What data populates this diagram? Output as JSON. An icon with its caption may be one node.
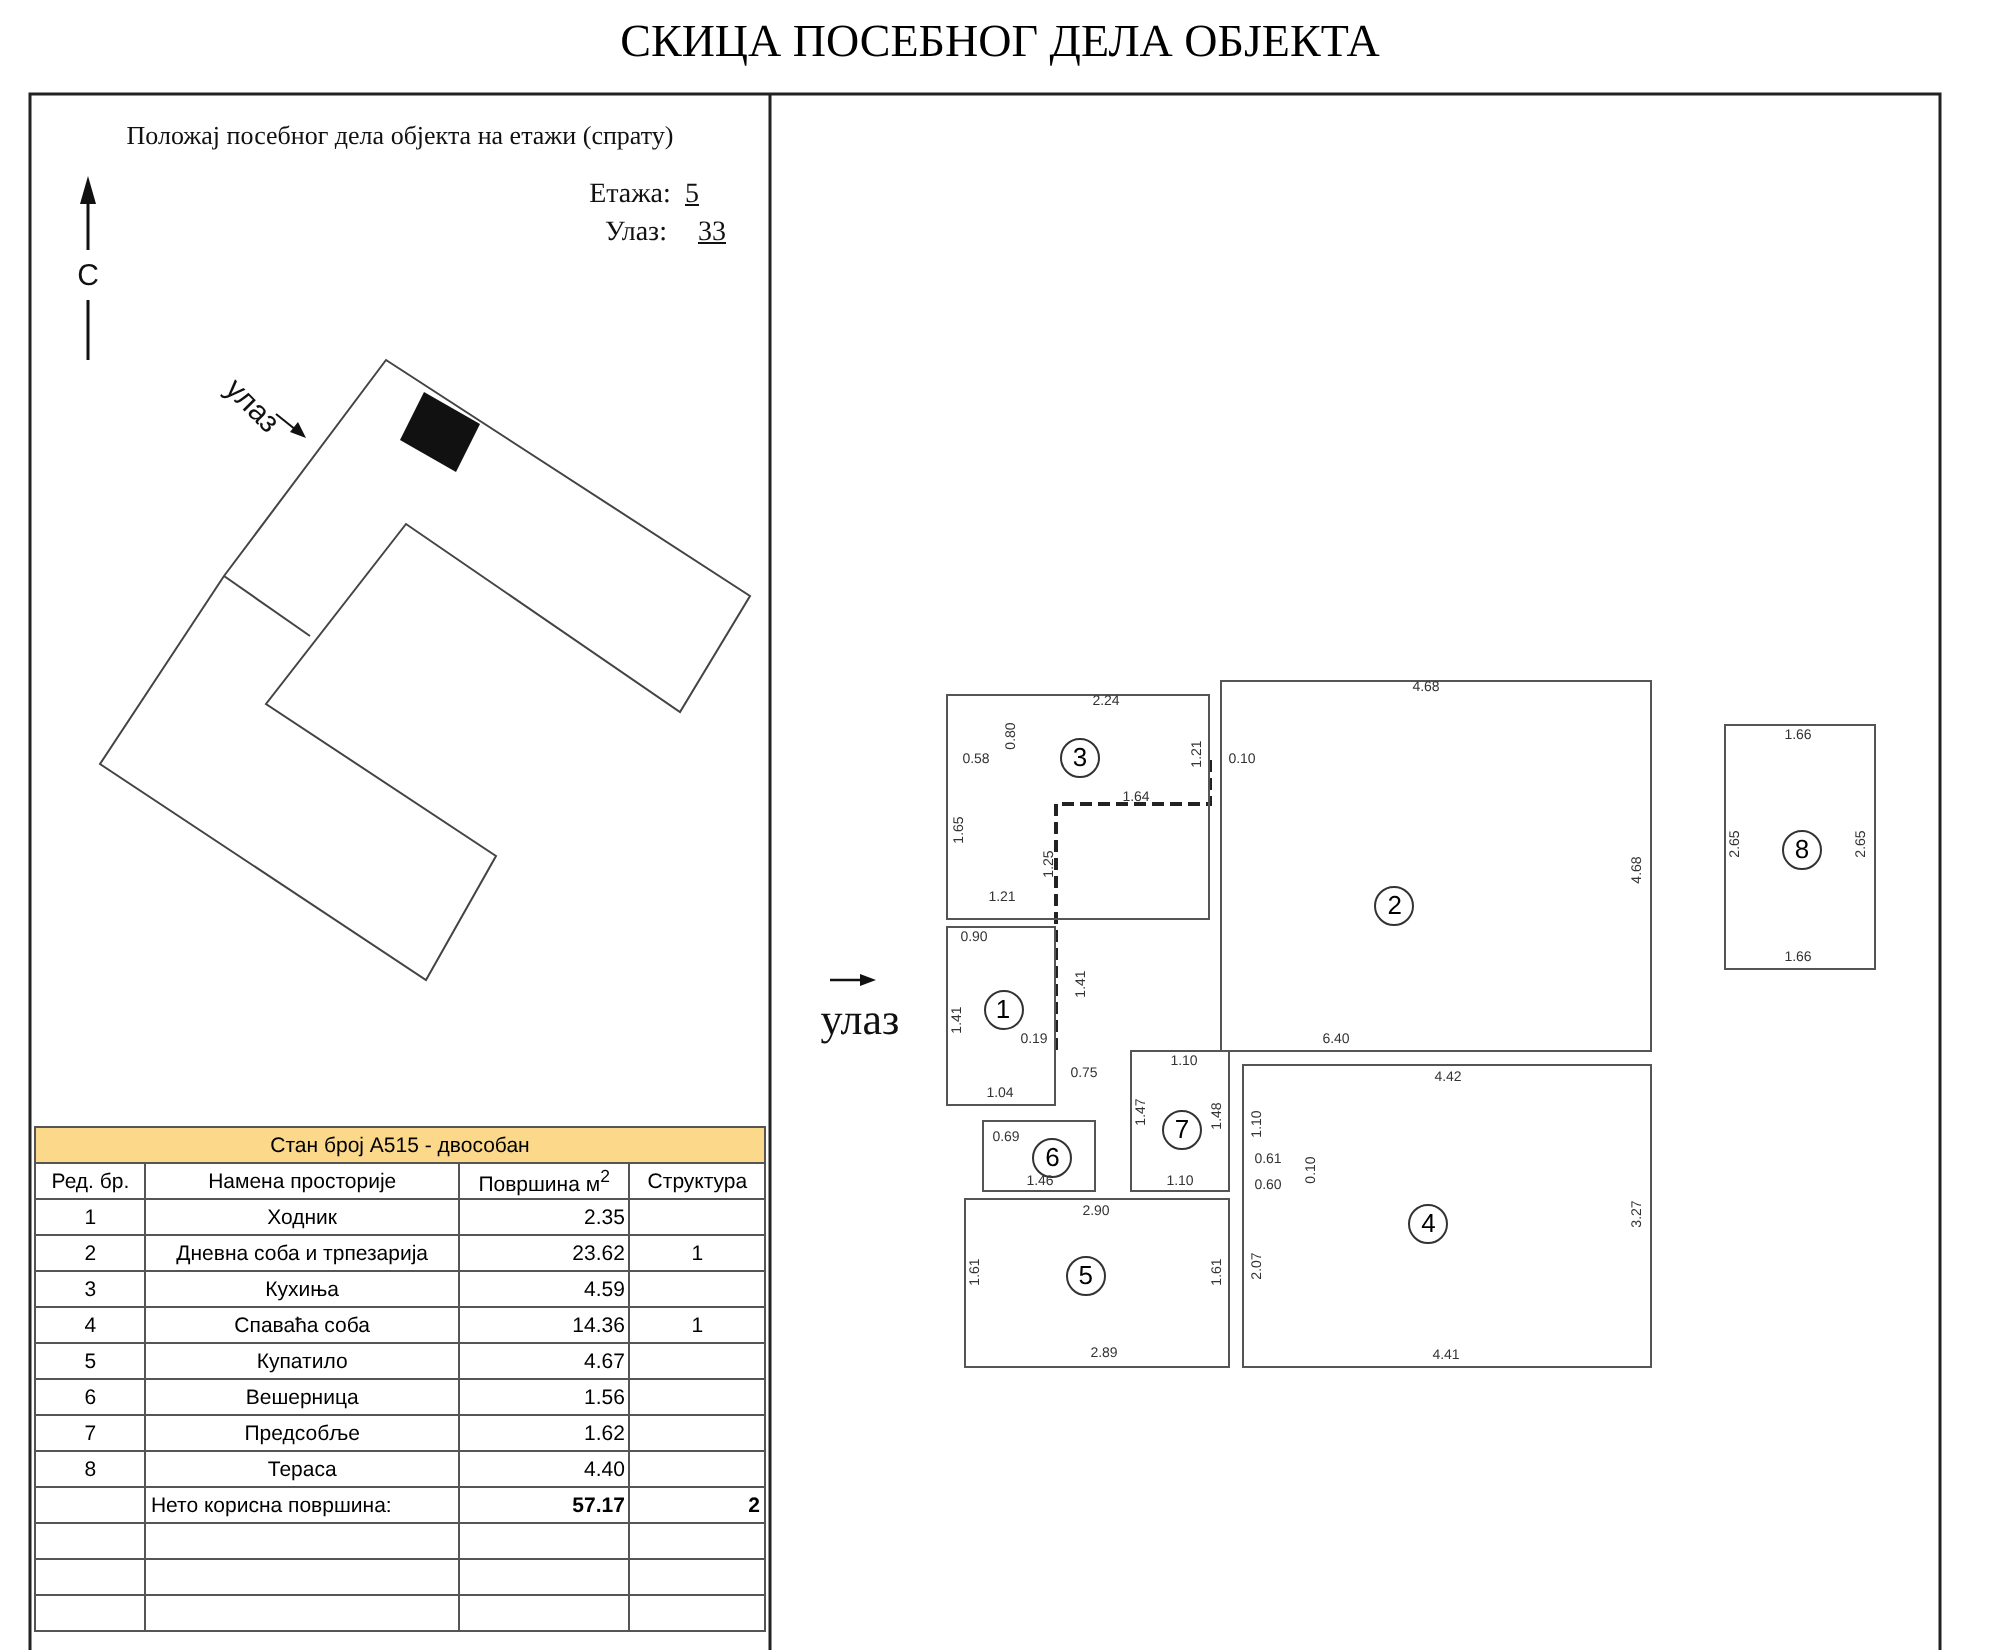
{
  "diagram": {
    "title": "СКИЦА ПОСЕБНОГ ДЕЛА ОБЈЕКТА",
    "nodes": [
      {
        "text": [
          "1"
        ]
      },
      {
        "text": [
          "2"
        ]
      },
      {
        "text": [
          "3"
        ]
      },
      {
        "text": [
          "4"
        ]
      },
      {
        "text": [
          "5"
        ]
      },
      {
        "text": [
          "6"
        ]
      },
      {
        "text": [
          "7"
        ]
      },
      {
        "text": [
          "8"
        ]
      }
    ],
    "labels": [
      "Положај посебног дела објекта на етажи (спрату)",
      "Етажа:",
      "5",
      "Улаз:",
      "33",
      "С",
      "улаз",
      "улаз",
      "2.24",
      "0.80",
      "0.58",
      "1.65",
      "1.21",
      "0.10",
      "1.64",
      "1.25",
      "1.21",
      "0.90",
      "1.41",
      "1.41",
      "0.19",
      "1.04",
      "4.68",
      "4.68",
      "6.40",
      "0.75",
      "1.10",
      "0.69",
      "1.46",
      "1.47",
      "1.48",
      "1.10",
      "4.42",
      "1.10",
      "0.61",
      "0.60",
      "0.10",
      "2.90",
      "1.61",
      "1.61",
      "2.07",
      "3.27",
      "2.89",
      "4.41",
      "1.66",
      "2.65",
      "2.65",
      "1.66",
      "Стан број А515 - двособан",
      "Ред. бр.",
      "Намена просторије",
      "Површина м$^{2}$",
      "Структура",
      "1",
      "Ходник",
      "2.35",
      "2",
      "Дневна соба и трпезарија",
      "23.62",
      "1",
      "3",
      "Кухиња",
      "4.59",
      "4",
      "Спаваћа соба",
      "14.36",
      "1",
      "5",
      "Купатило",
      "4.67",
      "6",
      "Вешерница",
      "1.56",
      "7",
      "Предсобље",
      "1.62",
      "8",
      "Тераса",
      "4.40",
      "Нето корисна површина:",
      "57.17",
      "2"
    ]
  }
}
